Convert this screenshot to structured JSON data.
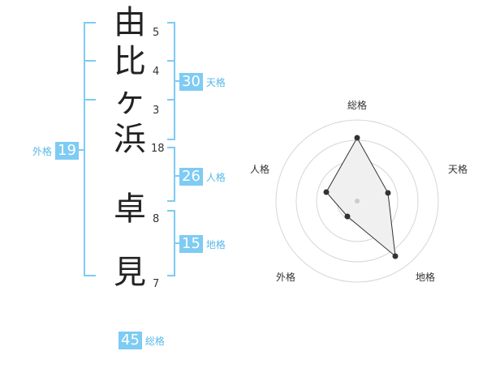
{
  "name": {
    "chars": [
      {
        "char": "由",
        "strokes": "5"
      },
      {
        "char": "比",
        "strokes": "4"
      },
      {
        "char": "ヶ",
        "strokes": "3"
      },
      {
        "char": "浜",
        "strokes": "18"
      },
      {
        "char": "卓",
        "strokes": "8"
      },
      {
        "char": "見",
        "strokes": "7"
      }
    ]
  },
  "fortune": {
    "tenkaku": {
      "value": "30",
      "label": "天格"
    },
    "jinkaku": {
      "value": "26",
      "label": "人格"
    },
    "chikaku": {
      "value": "15",
      "label": "地格"
    },
    "gaikaku": {
      "value": "19",
      "label": "外格"
    },
    "soukaku": {
      "value": "45",
      "label": "総格"
    }
  },
  "radar": {
    "labels": {
      "top": "総格",
      "right": "天格",
      "bottom_right": "地格",
      "bottom_left": "外格",
      "left": "人格"
    },
    "colors": {
      "ring": "#d6d6d6",
      "fill": "#f0f0f0",
      "stroke": "#333333",
      "point": "#333333",
      "center": "#cccccc"
    }
  },
  "colors": {
    "accent": "#7ecbf3",
    "bracket": "#7ecbf3",
    "label": "#5ab8ea"
  }
}
